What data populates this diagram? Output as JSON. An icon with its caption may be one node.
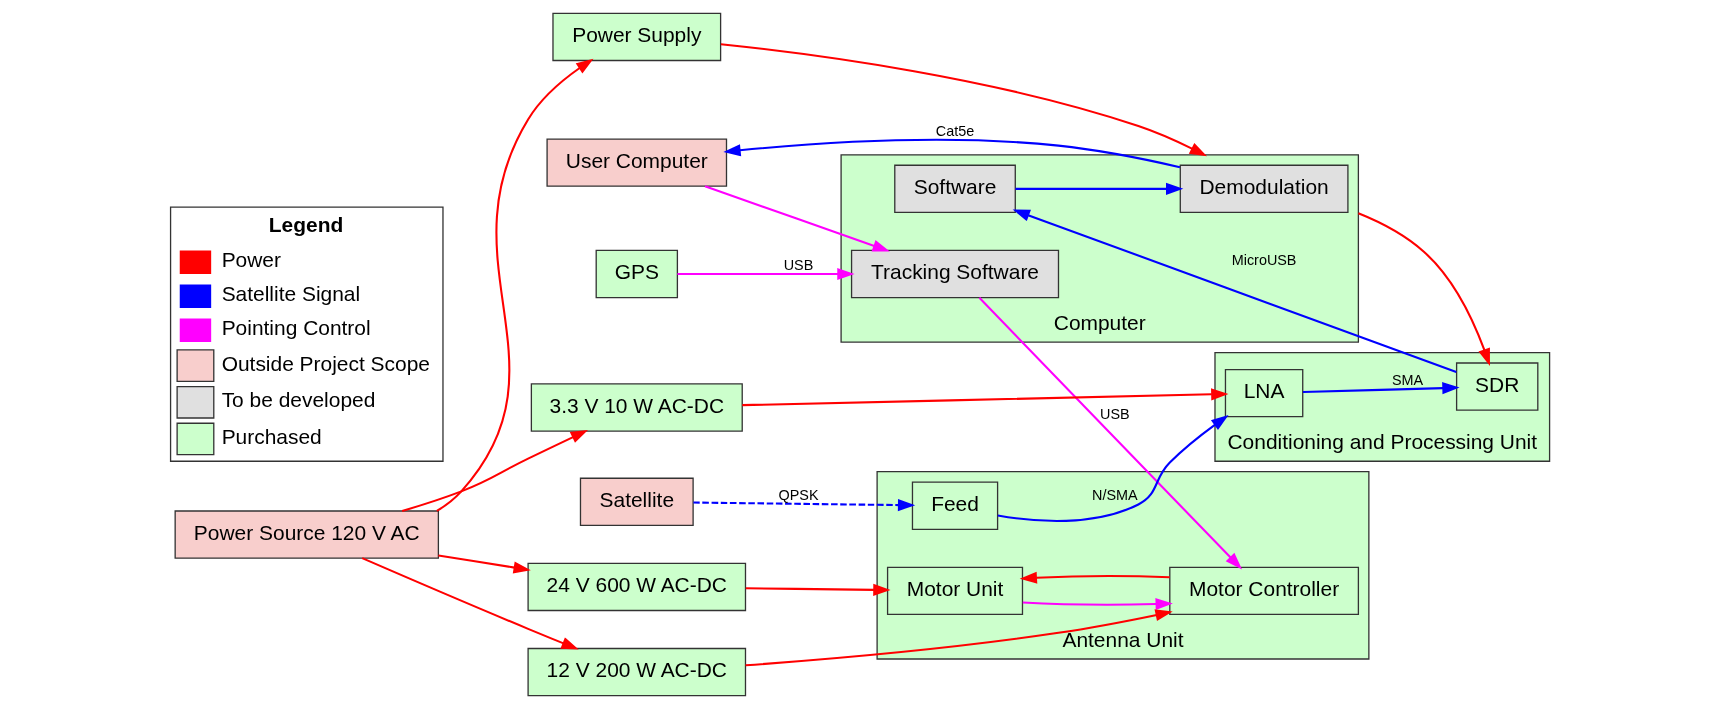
{
  "diagram": {
    "nodes": [
      {
        "text": [
          "User Computer"
        ]
      },
      {
        "text": [
          "Computer"
        ]
      },
      {
        "text": [
          "Demodulation"
        ],
        "in": 1
      },
      {
        "text": [
          "Software"
        ],
        "in": 1
      },
      {
        "text": [
          "Tracking Software"
        ],
        "in": 1
      },
      {
        "text": [
          "Conditioning and Processing Unit"
        ]
      },
      {
        "text": [
          "LNA"
        ],
        "in": 5
      },
      {
        "text": [
          "SDR"
        ],
        "in": 5
      },
      {
        "text": [
          "Antenna Unit"
        ]
      },
      {
        "text": [
          "Feed"
        ],
        "in": 8
      },
      {
        "text": [
          "Motor Unit"
        ],
        "in": 8
      },
      {
        "text": [
          "Motor Controller"
        ],
        "in": 8
      },
      {
        "text": [
          "Satellite"
        ]
      },
      {
        "text": [
          "GPS"
        ]
      },
      {
        "text": [
          "Power Source 120 V AC"
        ]
      },
      {
        "text": [
          "Power Supply"
        ]
      },
      {
        "text": [
          "3.3 V 10 W AC-DC"
        ]
      },
      {
        "text": [
          "12 V 200 W AC-DC"
        ]
      },
      {
        "text": [
          "24 V 600 W AC-DC"
        ]
      }
    ],
    "edges": [
      {
        "from": 2,
        "to": 0,
        "arrow": "to",
        "label": "Cat5e",
        "color": "#0000ff"
      },
      {
        "from": 0,
        "to": 4,
        "arrow": "to",
        "color": "#ff00ff"
      },
      {
        "from": 3,
        "to": 2,
        "arrow": "to",
        "color": "#0000ff"
      },
      {
        "from": 7,
        "to": 3,
        "arrow": "to",
        "label": "MicroUSB",
        "color": "#0000ff"
      },
      {
        "from": 1,
        "to": 7,
        "arrow": "to"
      },
      {
        "from": 6,
        "to": 7,
        "arrow": "to",
        "label": "SMA",
        "color": "#0000ff"
      },
      {
        "from": 9,
        "to": 6,
        "arrow": "to",
        "label": "N/SMA",
        "color": "#0000ff"
      },
      {
        "from": 12,
        "to": 9,
        "arrow": "to",
        "label": "QPSK",
        "style": "dashed",
        "color": "#0000ff"
      },
      {
        "from": 13,
        "to": 4,
        "arrow": "to",
        "label": "USB",
        "color": "#ff00ff"
      },
      {
        "from": 4,
        "to": 11,
        "arrow": "to",
        "label": "USB",
        "color": "#ff00ff"
      },
      {
        "from": 10,
        "to": 11,
        "arrow": "to",
        "color": "#ff00ff"
      },
      {
        "from": 11,
        "to": 10,
        "arrow": "to"
      },
      {
        "from": 14,
        "to": 15,
        "arrow": "to"
      },
      {
        "from": 15,
        "to": 1,
        "arrow": "to"
      },
      {
        "from": 16,
        "to": 6,
        "arrow": "to"
      },
      {
        "from": 17,
        "to": 11,
        "arrow": "to"
      },
      {
        "from": 18,
        "to": 10,
        "arrow": "to"
      },
      {
        "from": 14,
        "to": 16,
        "arrow": "to"
      },
      {
        "from": 14,
        "to": 17,
        "arrow": "to"
      },
      {
        "from": 14,
        "to": 18,
        "arrow": "to"
      }
    ],
    "labels": [
      "Legend"
    ],
    "legend": [
      {
        "text": "Power"
      },
      {
        "text": "Satellite Signal"
      },
      {
        "text": "Pointing Control"
      },
      {
        "text": "Outside Project Scope",
        "color": "#f8cecc"
      },
      {
        "text": "To be developed",
        "color": "#e0e0e0"
      },
      {
        "text": "Purchased",
        "color": "#ccffcc"
      }
    ]
  }
}
